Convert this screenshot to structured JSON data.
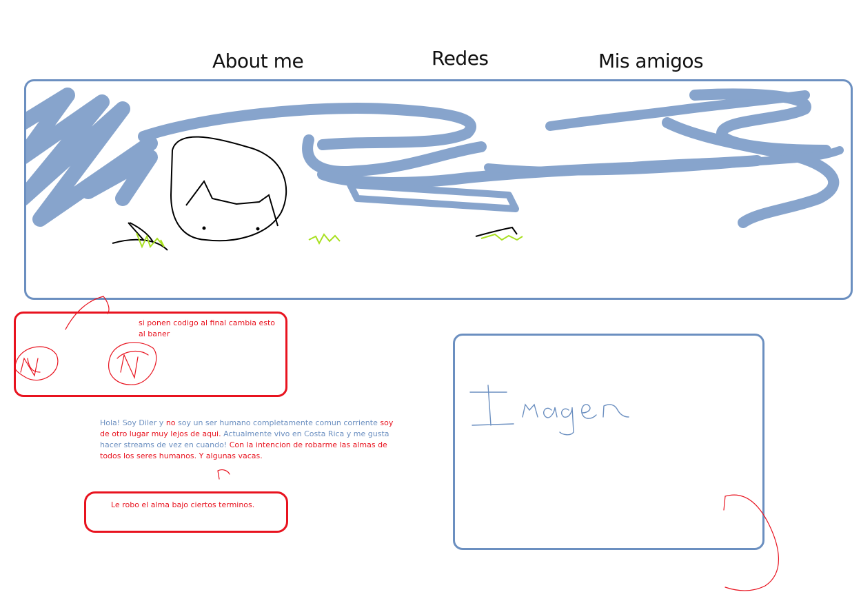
{
  "nav": {
    "items": [
      {
        "label": "About me"
      },
      {
        "label": "Redes"
      },
      {
        "label": "Mis amigos"
      }
    ]
  },
  "banner": {
    "stroke_color": "#6b8fc0",
    "scribble_color": "#5f86bb",
    "grass_color": "#a8e020"
  },
  "note_box": {
    "text": "si ponen codigo al final cambia esto al baner",
    "color": "#e8131f"
  },
  "bio": {
    "seg1": "Hola! Soy Diler y ",
    "seg2": "no",
    "seg3": " soy un ser  humano completamente comun corriente ",
    "seg4": "soy de otro lugar muy lejos de aqui.",
    "seg5": " Actualmente vivo en Costa Rica y me gusta hacer streams de vez en cuando! ",
    "seg6": "Con la intencion de robarme las almas de todos los seres humanos. Y algunas vacas."
  },
  "note_box_2": {
    "text": "Le robo el alma bajo ciertos terminos."
  },
  "image_box": {
    "label": "Imagen"
  }
}
